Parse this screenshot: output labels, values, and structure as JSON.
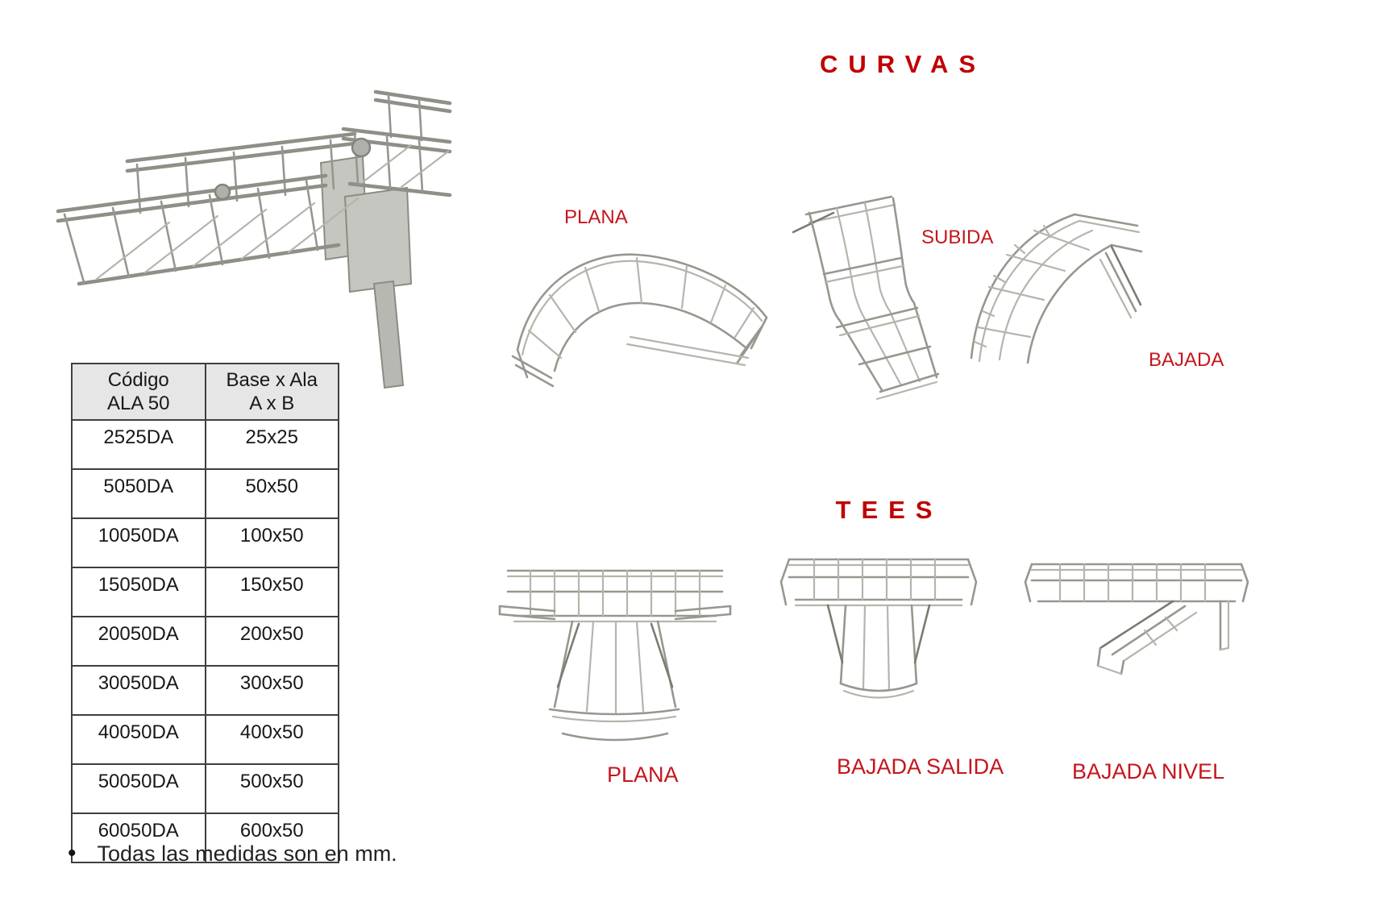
{
  "colors": {
    "heading_red": "#C00000",
    "label_red": "#C4161C",
    "table_border": "#3f3f3f",
    "table_header_bg": "#e6e6e6"
  },
  "table": {
    "header_col1_line1": "Código",
    "header_col1_line2": "ALA 50",
    "header_col2_line1": "Base x Ala",
    "header_col2_line2": "A x B",
    "rows": [
      {
        "codigo": "2525DA",
        "medida": "25x25"
      },
      {
        "codigo": "5050DA",
        "medida": "50x50"
      },
      {
        "codigo": "10050DA",
        "medida": "100x50"
      },
      {
        "codigo": "15050DA",
        "medida": "150x50"
      },
      {
        "codigo": "20050DA",
        "medida": "200x50"
      },
      {
        "codigo": "30050DA",
        "medida": "300x50"
      },
      {
        "codigo": "40050DA",
        "medida": "400x50"
      },
      {
        "codigo": "50050DA",
        "medida": "500x50"
      },
      {
        "codigo": "60050DA",
        "medida": "600x50"
      }
    ]
  },
  "curvas": {
    "title": "CURVAS",
    "labels": [
      "PLANA",
      "SUBIDA",
      "BAJADA"
    ]
  },
  "tees": {
    "title": "TEES",
    "labels": [
      "PLANA",
      "BAJADA SALIDA",
      "BAJADA NIVEL"
    ]
  },
  "note": {
    "bullet": "•",
    "text": "Todas las medidas son en mm."
  },
  "images": {
    "main_photo": "wire-mesh-cable-tray-with-support",
    "curva_plana": "curva-plana-image",
    "curva_subida": "curva-subida-image",
    "curva_bajada": "curva-bajada-image",
    "tee_plana": "tee-plana-image",
    "tee_bajada_salida": "tee-bajada-salida-image",
    "tee_bajada_nivel": "tee-bajada-nivel-image"
  }
}
